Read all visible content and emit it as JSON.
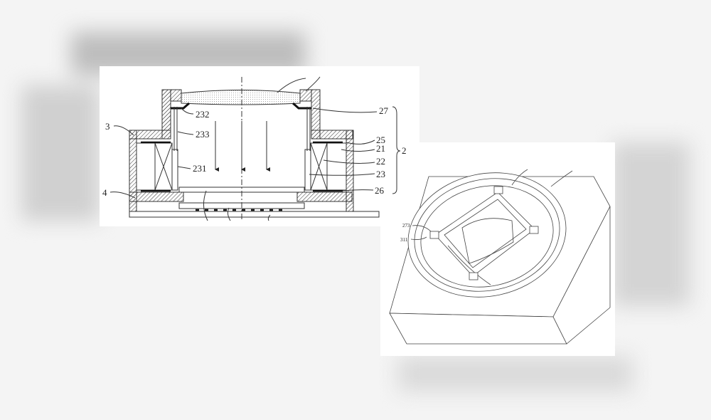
{
  "figure_left": {
    "labels": {
      "l3": "3",
      "l4": "4",
      "l232": "232",
      "l233": "233",
      "l231": "231",
      "l27": "27",
      "l25": "25",
      "l21": "21",
      "l22": "22",
      "l23": "23",
      "l26": "26",
      "l2": "2"
    }
  },
  "figure_right": {
    "labels": {
      "l273": "273",
      "l311": "311"
    }
  },
  "colors": {
    "line": "#333333",
    "background": "#f4f4f4",
    "paper": "#ffffff"
  }
}
